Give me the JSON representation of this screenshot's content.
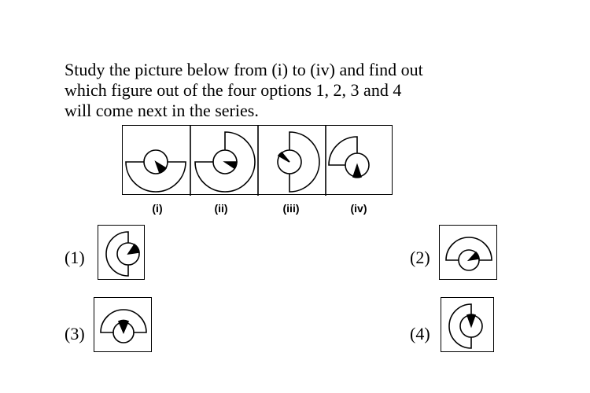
{
  "question": {
    "line1": "Study the picture below from (i) to (iv) and find out",
    "line2": "which figure out of the four options 1, 2, 3 and 4",
    "line3": "will come next in the series."
  },
  "series": {
    "labels": [
      "(i)",
      "(ii)",
      "(iii)",
      "(iv)"
    ]
  },
  "options": {
    "labels": [
      "(1)",
      "(2)",
      "(3)",
      "(4)"
    ]
  }
}
